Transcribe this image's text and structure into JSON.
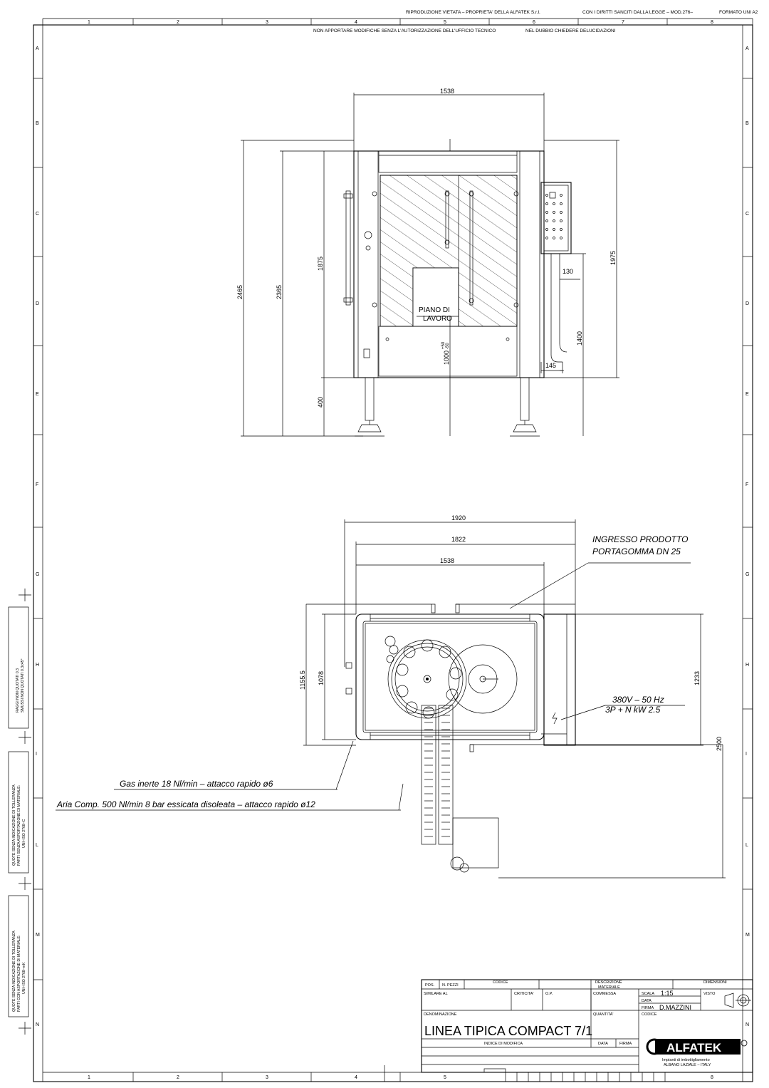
{
  "header": {
    "line1_a": "RIPRODUZIONE VIETATA  –  PROPRIETA' DELLA ALFATEK S.r.l.",
    "line1_b": "CON I DIRITTI SANCITI DALLA LEGGE – MOD.276–",
    "line1_c": "FORMATO UNI A2",
    "line2_a": "NON APPORTARE MODIFICHE SENZA L'AUTORIZZAZIONE DELL'UFFICIO TECNICO",
    "line2_b": "NEL DUBBIO CHIEDERE DELUCIDAZIONI"
  },
  "grid": {
    "columns": [
      "1",
      "2",
      "3",
      "4",
      "5",
      "6",
      "7",
      "8"
    ],
    "rows": [
      "A",
      "B",
      "C",
      "D",
      "E",
      "F",
      "G",
      "H",
      "I",
      "L",
      "M",
      "N"
    ]
  },
  "side_notes": {
    "note1": [
      "RAGGI NON QUOTATI 0.3",
      "SMUSSI NON QUOTATI 0.3x45°"
    ],
    "note2": [
      "QUOTE SENZA INDICAZIONE DI TOLLERANZA",
      "PARTI SENZA ASPORTAZIONE DI MATERIALE:",
      "UNI–ISO 2768–C"
    ],
    "note3": [
      "QUOTE SENZA INDICAZIONE DI TOLLERANZA",
      "PARTI CON ASPORTAZIONE DI MATERIALE:",
      "UNI–ISO 2768–mK"
    ]
  },
  "front_view": {
    "dim_width": "1538",
    "dim_total_height": "2465",
    "dim_body_height": "2365",
    "dim_cabinet_height": "1875",
    "dim_leg_height": "400",
    "dim_panel_height": "1975",
    "dim_offset": "130",
    "dim_outlet_height": "1400",
    "dim_outlet_offset": "145",
    "dim_work_height": "1000",
    "dim_work_tol_plus": "+50",
    "dim_work_tol_minus": "-50",
    "work_surface_line1": "PIANO  DI",
    "work_surface_line2": "LAVORO"
  },
  "top_view": {
    "dim_1920": "1920",
    "dim_1822": "1822",
    "dim_1538": "1538",
    "dim_1155": "1155.5",
    "dim_1078": "1078",
    "dim_1233": "1233",
    "dim_2500": "2500",
    "inlet_line1": "INGRESSO  PRODOTTO",
    "inlet_line2": "PORTAGOMMA  DN 25",
    "power_line1": "380V  –  50  Hz",
    "power_line2": "3P  +  N  kW  2.5",
    "gas_note": "Gas  inerte  18  Nl/min  –  attacco  rapido  ø6",
    "air_note": "Aria  Comp.  500  Nl/min  8  bar  essicata  disoleata  –  attacco  rapido  ø12"
  },
  "title_block": {
    "col_pos": "POS.",
    "col_pezzi": "N. PEZZI",
    "col_codice": "CODICE",
    "col_descrizione": "DESCRIZIONE",
    "col_materiale": "MATERIALE",
    "col_dimensioni": "DIMENSIONI",
    "similare": "SIMILARE AL",
    "criticita": "CRITICITA'",
    "op": "O.P.",
    "commessa": "COMMESSA",
    "scala_label": "SCALA",
    "scala_value": "1:15",
    "visto": "VISTO",
    "data_label": "DATA",
    "firma_label": "FIRMA",
    "firma_value": "D.MAZZINI",
    "denominazione_label": "DENOMINAZIONE",
    "denominazione_value": "LINEA TIPICA COMPACT 7/1",
    "quantita": "QUANTITA'",
    "codice2": "CODICE",
    "indice_modifica": "INDICE DI MODIFICA",
    "data2": "DATA",
    "firma2": "FIRMA",
    "company": "ALFATEK",
    "company_sub1": "Impianti di imbottigliamento",
    "company_sub2": "ALBANO LAZIALE – ITALY"
  }
}
